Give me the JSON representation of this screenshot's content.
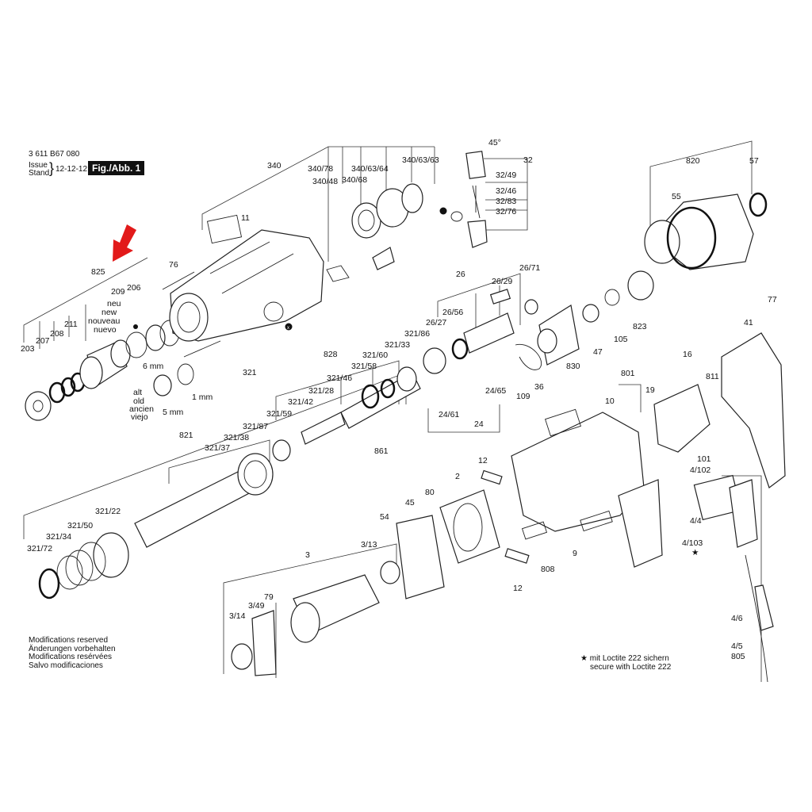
{
  "header": {
    "doc_number": "3 611 B67 080",
    "issue_label": "Issue",
    "stand_label": "Stand",
    "issue_date": "12-12-12",
    "figure_label": "Fig./Abb. 1"
  },
  "notes": {
    "modifications": [
      "Modifications reserved",
      "Änderungen vorbehalten",
      "Modifications resérvées",
      "Salvo modificaciones"
    ],
    "loctite_line1": "mit Loctite 222 sichern",
    "loctite_line2": "secure with Loctite 222",
    "star": "★"
  },
  "variant_labels": {
    "new": [
      "neu",
      "new",
      "nouveau",
      "nuevo"
    ],
    "old": [
      "alt",
      "old",
      "ancien",
      "viejo"
    ],
    "dim_6mm": "6 mm",
    "dim_5mm": "5 mm",
    "dim_1mm": "1 mm"
  },
  "part_numbers": [
    "3 611 B67 080",
    "340",
    "340/78",
    "340/63/64",
    "340/63/63",
    "340/48",
    "340/68",
    "11",
    "825",
    "76",
    "209",
    "206",
    "203",
    "207",
    "208",
    "211",
    "32",
    "32/49",
    "32/46",
    "32/83",
    "32/76",
    "45°",
    "820",
    "57",
    "55",
    "26",
    "26/29",
    "26/71",
    "26/56",
    "26/27",
    "828",
    "321/86",
    "321/33",
    "321/60",
    "321/58",
    "321/46",
    "321",
    "321/28",
    "321/42",
    "321/59",
    "821",
    "321/87",
    "321/38",
    "321/37",
    "321/22",
    "321/50",
    "321/34",
    "321/72",
    "77",
    "41",
    "16",
    "811",
    "801",
    "19",
    "10",
    "830",
    "47",
    "105",
    "823",
    "109",
    "36",
    "24/65",
    "24/61",
    "24",
    "861",
    "12",
    "80",
    "2",
    "45",
    "54",
    "3/13",
    "3",
    "79",
    "3/49",
    "3/14",
    "808",
    "9",
    "101",
    "4/102",
    "4/4",
    "4/103",
    "4/6",
    "4/5",
    "805"
  ]
}
